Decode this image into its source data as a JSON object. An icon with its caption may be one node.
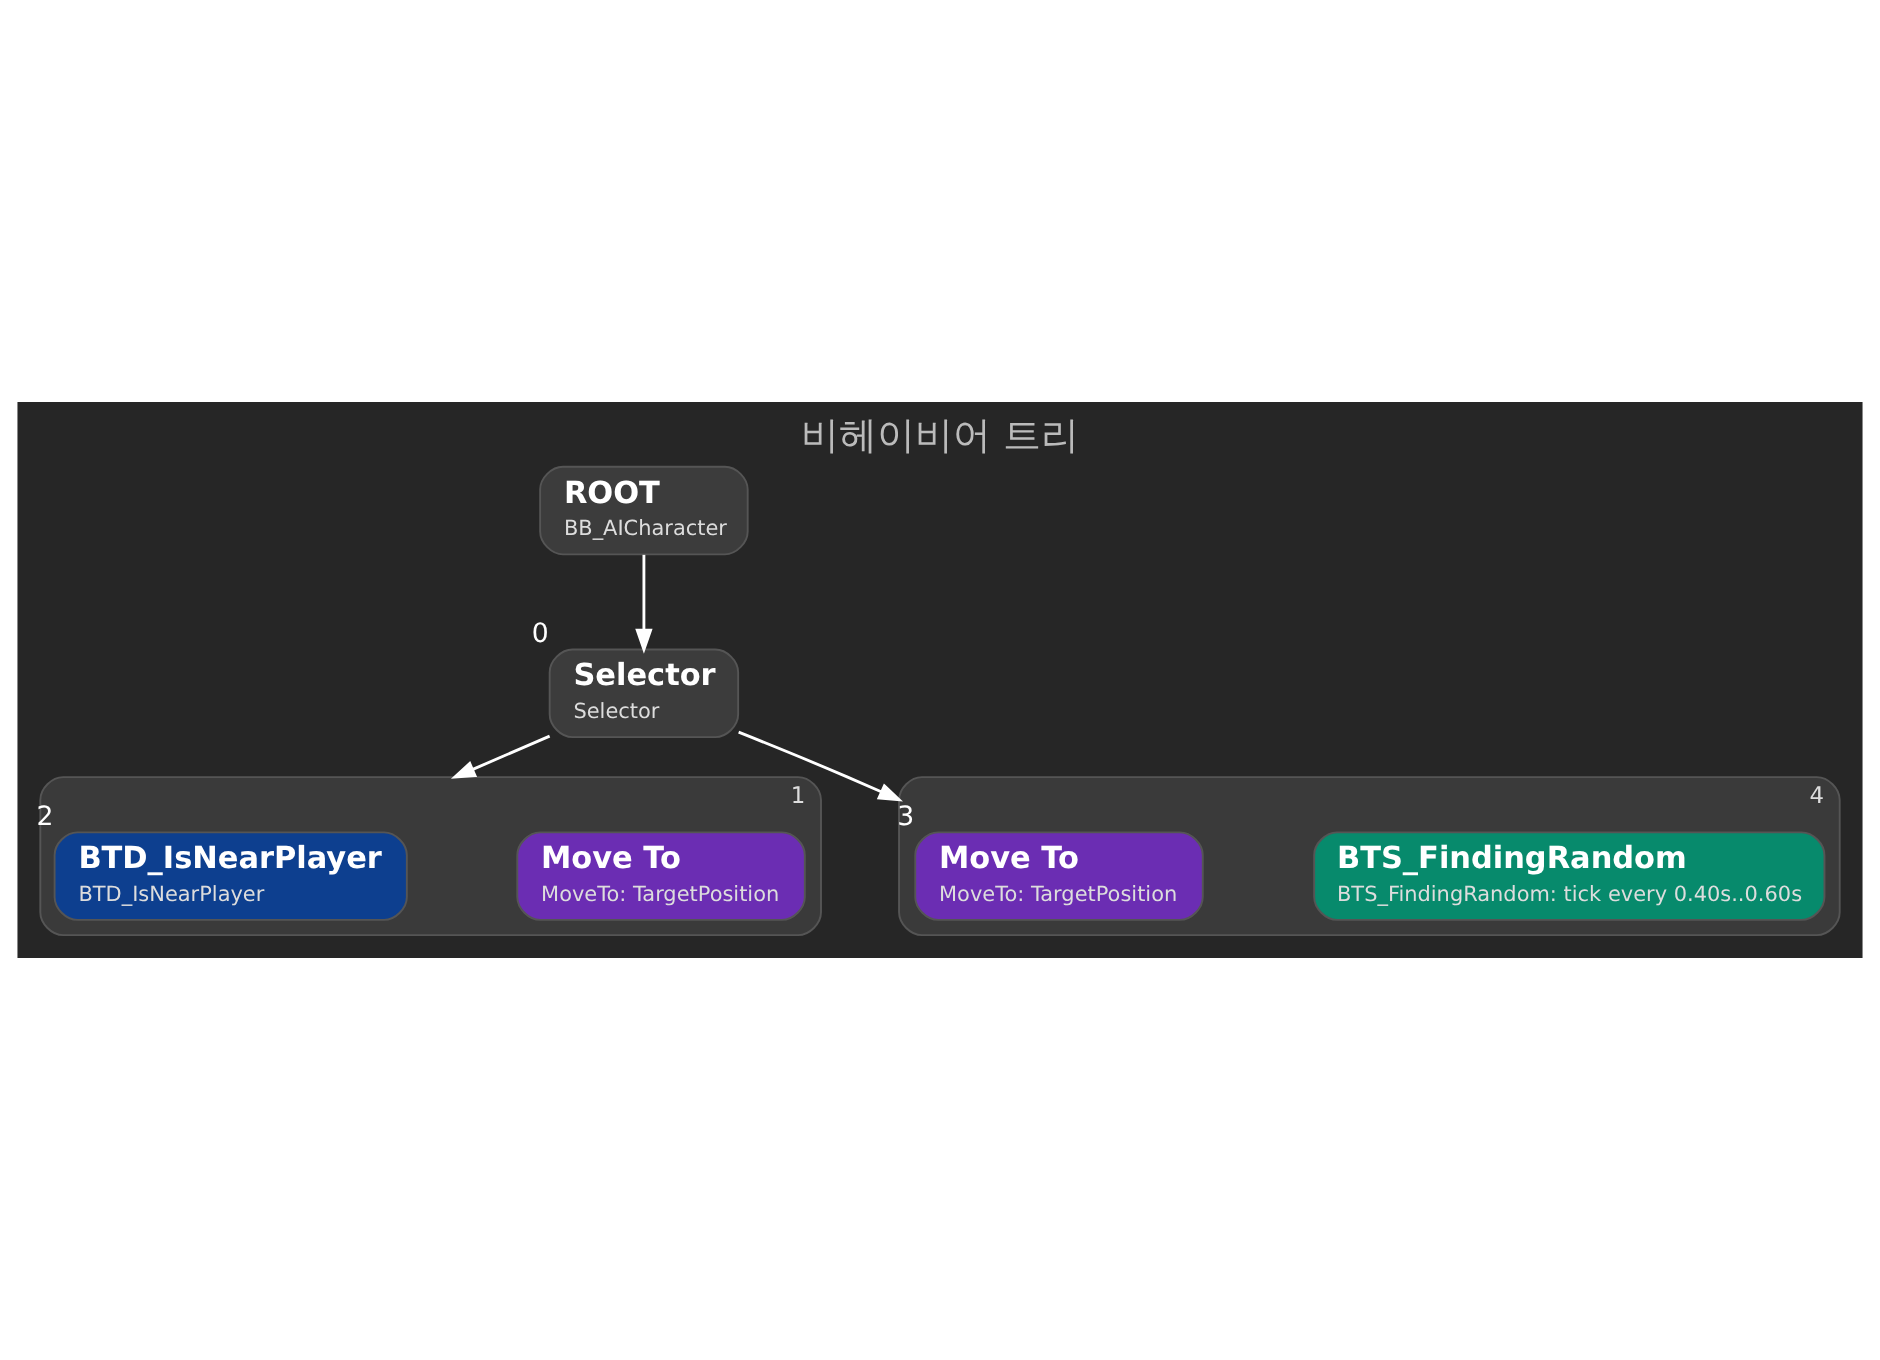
{
  "diagram": {
    "title": "비헤이비어 트리",
    "nodes": [
      {
        "text": [
          "ROOT",
          "BB_AICharacter"
        ]
      },
      {
        "text": [
          "Selector",
          "Selector"
        ],
        "beside": [
          "0"
        ]
      },
      {
        "text": [],
        "shape": "box",
        "beside": [
          "1"
        ]
      },
      {
        "text": [
          "BTD_IsNearPlayer",
          "BTD_IsNearPlayer"
        ],
        "in": 2,
        "beside": [
          "2"
        ]
      },
      {
        "text": [
          "Move To",
          "MoveTo: TargetPosition"
        ],
        "in": 2
      },
      {
        "text": [],
        "shape": "box",
        "beside": [
          "4"
        ]
      },
      {
        "text": [
          "Move To",
          "MoveTo: TargetPosition"
        ],
        "in": 5,
        "beside": [
          "3"
        ]
      },
      {
        "text": [
          "BTS_FindingRandom",
          "BTS_FindingRandom: tick every 0.40s..0.60s"
        ],
        "in": 5
      }
    ],
    "edges": [
      {
        "from": 0,
        "to": 1,
        "arrow": "to"
      },
      {
        "from": 1,
        "to": 2,
        "arrow": "to"
      },
      {
        "from": 1,
        "to": 5,
        "arrow": "to"
      }
    ]
  }
}
